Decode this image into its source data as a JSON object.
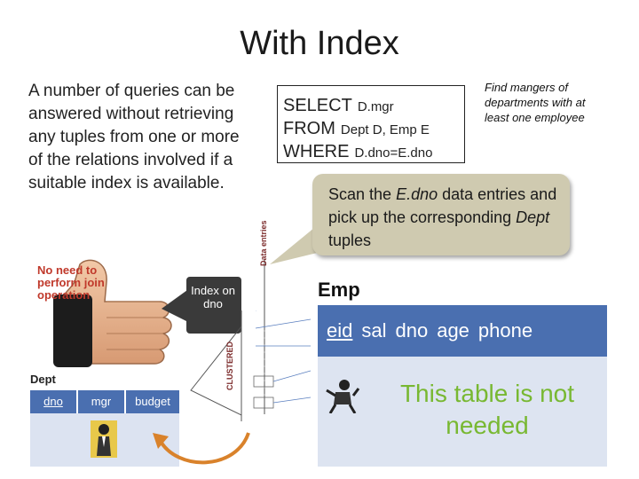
{
  "slide": {
    "title": "With Index",
    "intro": "A number of queries can be answered without retrieving any tuples from one or more of the relations involved if a suitable index is available."
  },
  "query": {
    "select_kw": "SELECT",
    "select_arg": "D.mgr",
    "from_kw": "FROM",
    "from_arg": "Dept D, Emp E",
    "where_kw": "WHERE",
    "where_arg": "D.dno=E.dno"
  },
  "note": "Find mangers of departments with at least one employee",
  "callout": {
    "part1": "Scan the ",
    "part2": "E.dno",
    "part3": " data entries and pick up the corresponding ",
    "part4": "Dept",
    "part5": " tuples"
  },
  "figure": {
    "thumb_label": "No need to perform join operation",
    "index_label": "Index on dno",
    "data_entries_label": "Data entries",
    "clustered_label": "CLUSTERED"
  },
  "dept": {
    "title": "Dept",
    "columns": [
      "dno",
      "mgr",
      "budget"
    ]
  },
  "emp": {
    "title": "Emp",
    "columns": [
      "eid",
      "sal",
      "dno",
      "age",
      "phone"
    ],
    "message": "This table is not needed"
  },
  "colors": {
    "table_header": "#4a6fb0",
    "table_body": "#dde4f1",
    "callout_bg": "#cfcab0",
    "highlight_green": "#78b832",
    "label_red": "#c0392b",
    "arrow_orange": "#d9822b"
  }
}
